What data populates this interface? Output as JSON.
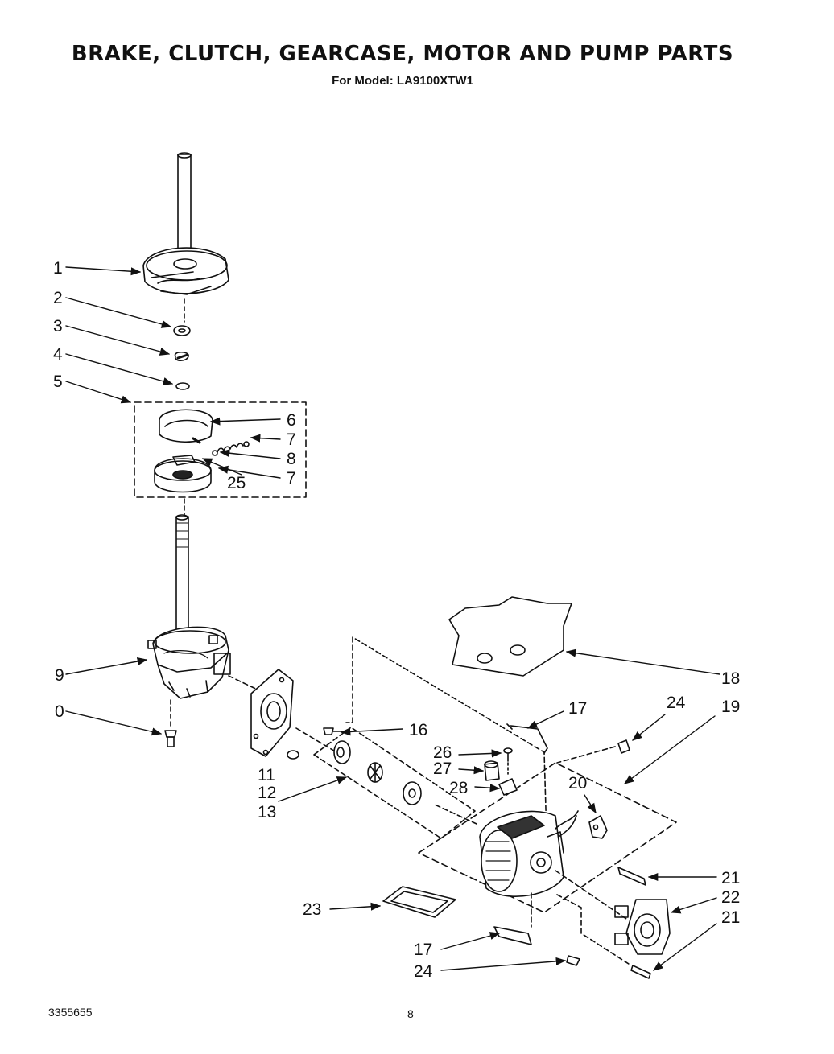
{
  "header": {
    "title": "BRAKE, CLUTCH, GEARCASE, MOTOR AND PUMP PARTS",
    "subtitle": "For Model: LA9100XTW1"
  },
  "callouts": {
    "c1": "1",
    "c2": "2",
    "c3": "3",
    "c4": "4",
    "c5": "5",
    "c6": "6",
    "c7a": "7",
    "c7b": "7",
    "c8": "8",
    "c25": "25",
    "c9": "9",
    "c10": "0",
    "c11": "11",
    "c12": "12",
    "c13": "13",
    "c16": "16",
    "c17a": "17",
    "c17b": "17",
    "c18": "18",
    "c19": "19",
    "c20": "20",
    "c21a": "21",
    "c21b": "21",
    "c22": "22",
    "c23": "23",
    "c24a": "24",
    "c24b": "24",
    "c26": "26",
    "c27": "27",
    "c28": "28"
  },
  "footer": {
    "document_number": "3355655",
    "page_number": "8"
  }
}
